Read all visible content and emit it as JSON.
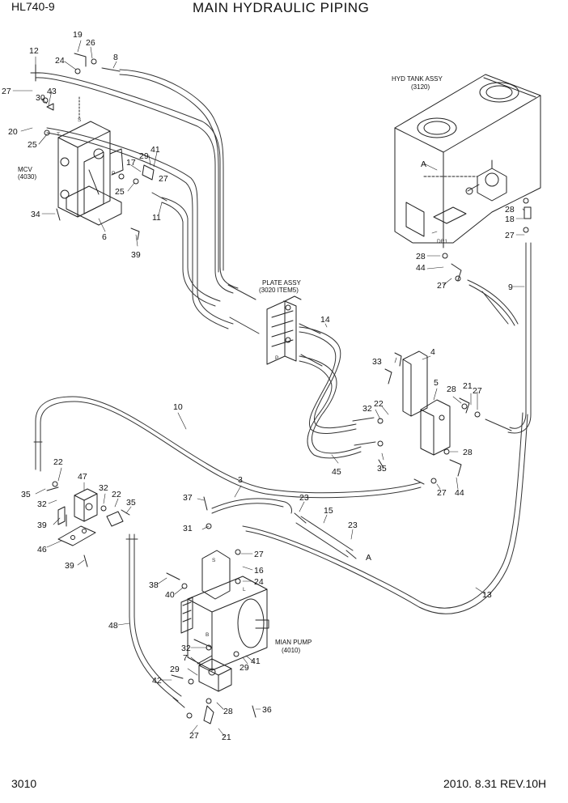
{
  "header": {
    "model": "HL740-9",
    "title": "MAIN HYDRAULIC PIPING"
  },
  "footer": {
    "page": "3010",
    "revision": "2010. 8.31  REV.10H"
  },
  "assemblies": {
    "hyd_tank_line1": "HYD TANK ASSY",
    "hyd_tank_line2": "(3120)",
    "mcv_line1": "MCV",
    "mcv_line2": "(4030)",
    "plate_line1": "PLATE ASSY",
    "plate_line2": "(3020 ITEM5)",
    "pump_line1": "MIAN PUMP",
    "pump_line2": "(4010)"
  },
  "port_marks": {
    "tank_a": "A",
    "tank_dr1": "DR1",
    "hose_a": "A",
    "mcv_s": "S",
    "mcv_t": "T",
    "mcv_p": "P",
    "plate_t": "T",
    "plate_p": "P",
    "pump_s": "S",
    "pump_b": "B",
    "pump_l": "L"
  },
  "part_labels": {
    "p12": "12",
    "p19": "19",
    "p26": "26",
    "p8": "8",
    "p24a": "24",
    "p27a": "27",
    "p43": "43",
    "p30": "30",
    "p20": "20",
    "p25a": "25",
    "p17": "17",
    "p29a": "29",
    "p41a": "41",
    "p27b": "27",
    "p25b": "25",
    "p34": "34",
    "p6": "6",
    "p11": "11",
    "p39a": "39",
    "p14": "14",
    "p4": "4",
    "p33": "33",
    "p5": "5",
    "p28a": "28",
    "p21a": "21",
    "p27c": "27",
    "p32a": "32",
    "p22a": "22",
    "p35a": "35",
    "p45": "45",
    "p28b": "28",
    "p27d": "27",
    "p44a": "44",
    "p10": "10",
    "p22b": "22",
    "p47": "47",
    "p35b": "35",
    "p32b": "32",
    "p32c": "32",
    "p22c": "22",
    "p35c": "35",
    "p39b": "39",
    "p46": "46",
    "p39c": "39",
    "p37": "37",
    "p3": "3",
    "p23a": "23",
    "p15": "15",
    "p23b": "23",
    "p31": "31",
    "p27e": "27",
    "p16": "16",
    "p24b": "24",
    "p38": "38",
    "p40": "40",
    "p48": "48",
    "p32d": "32",
    "p7": "7",
    "p29b": "29",
    "p41b": "41",
    "p29c": "29",
    "p42": "42",
    "p28c": "28",
    "p36": "36",
    "p27f": "27",
    "p21b": "21",
    "p13": "13",
    "p9": "9",
    "p28d": "28",
    "p18": "18",
    "p27g": "27",
    "p28e": "28",
    "p44b": "44",
    "p27h": "27"
  }
}
